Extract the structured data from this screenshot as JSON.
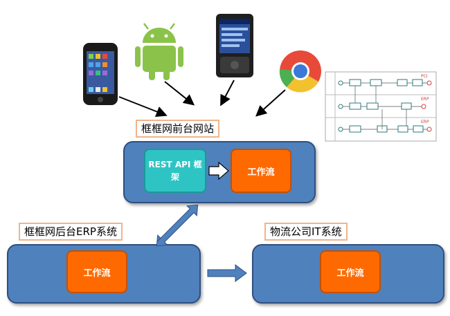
{
  "labels": {
    "frontend_site": "框框网前台网站",
    "backend_erp": "框框网后台ERP系统",
    "logistics_it": "物流公司IT系统"
  },
  "boxes": {
    "rest_api": "REST API 框架",
    "workflow_front": "工作流",
    "workflow_backend": "工作流",
    "workflow_logistics": "工作流"
  },
  "bpmn_lanes": [
    "PCI",
    "ERP",
    "ERP"
  ],
  "colors": {
    "panel": "#4f81bd",
    "workflow": "#ff6a00",
    "rest_api": "#2ec4c4",
    "tag_border": "#f0b48a",
    "arrow": "#4f81bd"
  },
  "icons": [
    "iphone-icon",
    "android-icon",
    "windows-mobile-phone-icon",
    "chrome-browser-icon",
    "bpmn-workflow-diagram-icon"
  ]
}
